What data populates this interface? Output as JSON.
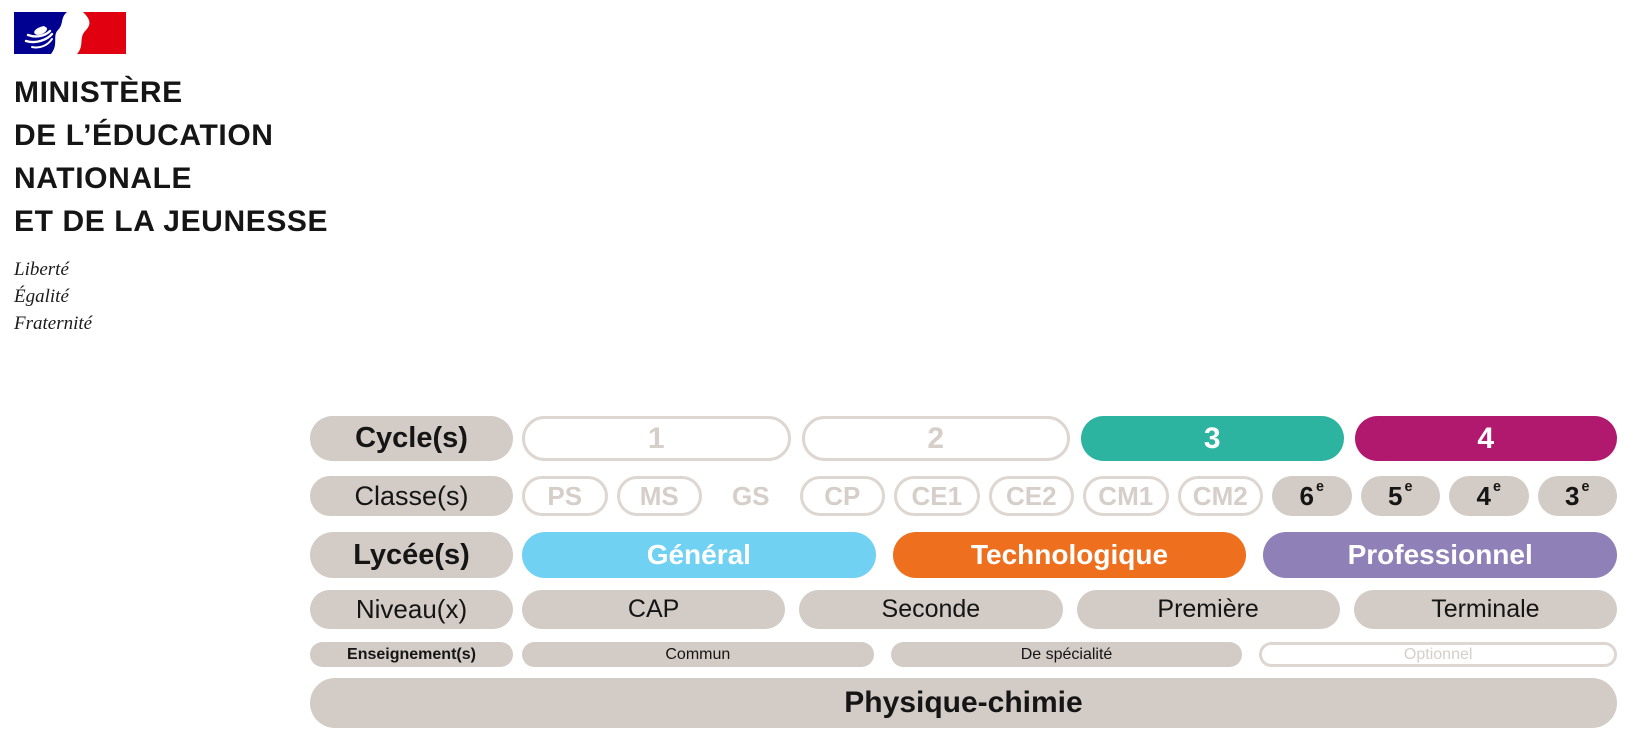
{
  "brand": {
    "logo_icon": "marianne-french-flag-icon",
    "ministry": [
      "MINISTÈRE",
      "DE L’ÉDUCATION",
      "NATIONALE",
      "ET DE LA JEUNESSE"
    ],
    "motto": [
      "Liberté",
      "Égalité",
      "Fraternité"
    ]
  },
  "rows": {
    "cycles": {
      "label": "Cycle(s)",
      "items": [
        {
          "text": "1",
          "state": "inactive"
        },
        {
          "text": "2",
          "state": "inactive"
        },
        {
          "text": "3",
          "state": "active-teal"
        },
        {
          "text": "4",
          "state": "active-magenta"
        }
      ]
    },
    "classes": {
      "label": "Classe(s)",
      "items": [
        {
          "text": "PS",
          "state": "inactive"
        },
        {
          "text": "MS",
          "state": "inactive"
        },
        {
          "text": "GS",
          "state": "inactive-ghost"
        },
        {
          "text": "CP",
          "state": "inactive"
        },
        {
          "text": "CE1",
          "state": "inactive"
        },
        {
          "text": "CE2",
          "state": "inactive"
        },
        {
          "text": "CM1",
          "state": "inactive"
        },
        {
          "text": "CM2",
          "state": "inactive"
        },
        {
          "text": "6",
          "sup": "e",
          "state": "active"
        },
        {
          "text": "5",
          "sup": "e",
          "state": "active"
        },
        {
          "text": "4",
          "sup": "e",
          "state": "active"
        },
        {
          "text": "3",
          "sup": "e",
          "state": "active"
        }
      ]
    },
    "lycees": {
      "label": "Lycée(s)",
      "items": [
        {
          "text": "Général",
          "state": "active-blue"
        },
        {
          "text": "Technologique",
          "state": "active-orange"
        },
        {
          "text": "Professionnel",
          "state": "active-purple"
        }
      ]
    },
    "niveaux": {
      "label": "Niveau(x)",
      "items": [
        {
          "text": "CAP",
          "state": "active"
        },
        {
          "text": "Seconde",
          "state": "active"
        },
        {
          "text": "Première",
          "state": "active"
        },
        {
          "text": "Terminale",
          "state": "active"
        }
      ]
    },
    "enseignements": {
      "label": "Enseignement(s)",
      "items": [
        {
          "text": "Commun",
          "state": "active"
        },
        {
          "text": "De spécialité",
          "state": "active"
        },
        {
          "text": "Optionnel",
          "state": "inactive"
        }
      ]
    }
  },
  "subject": {
    "text": "Physique-chimie"
  },
  "colors": {
    "flag_blue": "#000091",
    "flag_red": "#e1000f",
    "pill_gray": "#d2cbc6",
    "outline_border": "#ddd6d1",
    "inactive_text": "#d5cec9",
    "cycle3_teal": "#2db4a1",
    "cycle4_magenta": "#b0196e",
    "general_blue": "#70d1f3",
    "technologique_orange": "#ee6f1d",
    "professionnel_purple": "#8f80b8",
    "text_ink": "#151515"
  }
}
